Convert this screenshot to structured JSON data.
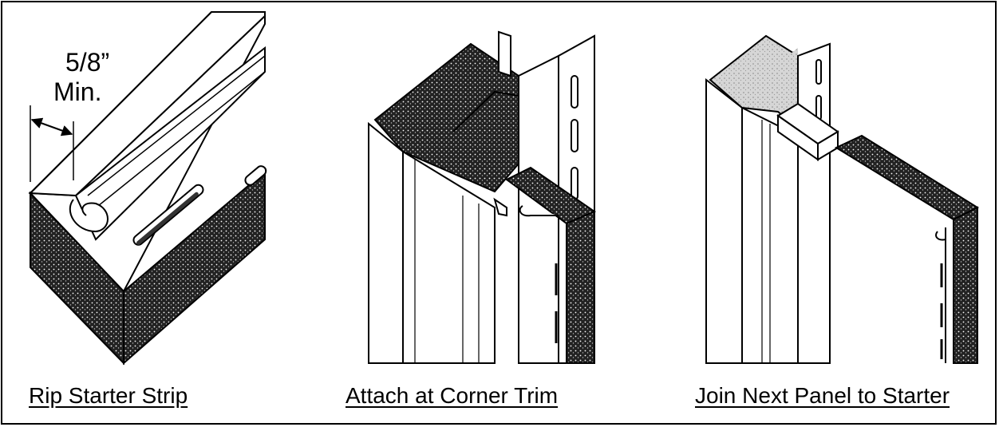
{
  "panel1": {
    "caption": "Rip Starter Strip",
    "dimension_value": "5/8”",
    "dimension_unit": "Min."
  },
  "panel2": {
    "caption": "Attach at Corner Trim"
  },
  "panel3": {
    "caption": "Join Next Panel to Starter"
  },
  "colors": {
    "line": "#000000",
    "foam": "#2a2a2a",
    "vinyl": "#ffffff"
  }
}
